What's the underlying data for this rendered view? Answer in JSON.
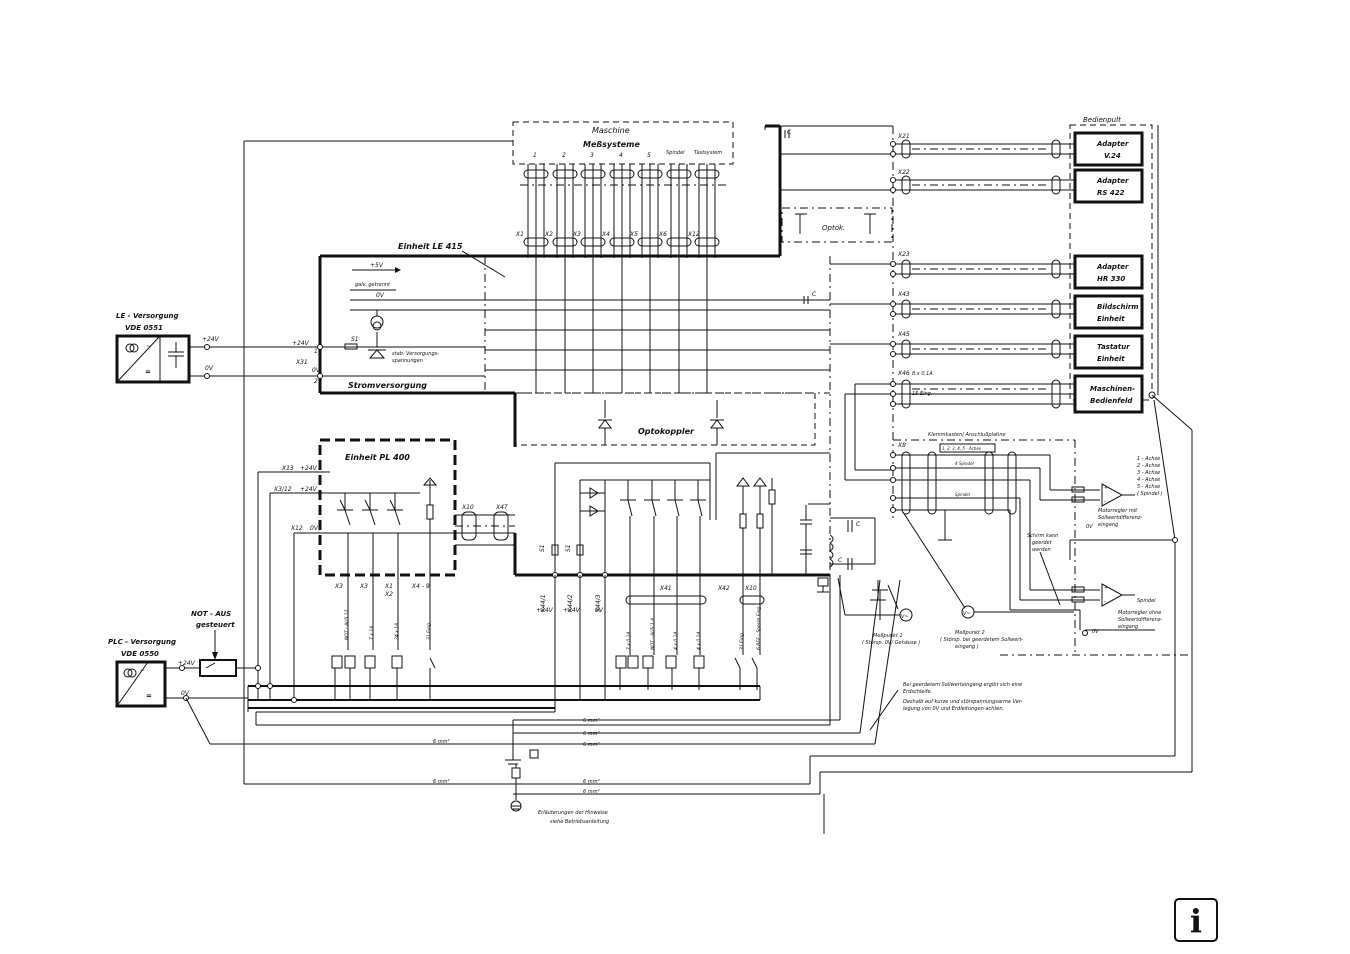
{
  "machine": {
    "title": "Maschine",
    "subtitle": "Meßsysteme",
    "spindle": "Spindel",
    "probe": "Tastsystem",
    "axis_nums": [
      "1",
      "2",
      "3",
      "4",
      "5"
    ]
  },
  "le415": {
    "title": "Einheit LE 415",
    "plus5v": "+5V",
    "galv": "galv. getrennt",
    "zero_v": "0V",
    "s1": "S1",
    "stab": "stab. Versorgungs-",
    "stab2": "spannungen",
    "power": "Stromversorgung",
    "x31": "X31",
    "p24": "+24V",
    "p0": "0V",
    "pin1": "1",
    "pin2": "2",
    "c": "C"
  },
  "enc_conns": [
    "X1",
    "X2",
    "X3",
    "X4",
    "X5",
    "X6",
    "X12"
  ],
  "le_supply": {
    "title": "LE - Versorgung",
    "vde": "VDE 0551",
    "p24": "+24V",
    "p0": "0V"
  },
  "plc_supply": {
    "title": "PLC - Versorgung",
    "vde": "VDE 0550",
    "p24": "+24V",
    "p0": "0V"
  },
  "not_aus": {
    "line1": "NOT - AUS",
    "line2": "gesteuert"
  },
  "pl400": {
    "title": "Einheit PL 400",
    "x13": "X13",
    "x3x12": "X3/12",
    "x12": "X12",
    "p24a": "+24V",
    "p24b": "+24V",
    "p0": "0V",
    "x10": "X10",
    "x47": "X47"
  },
  "pl_bottom": {
    "x3a": "X3",
    "x3b": "X3",
    "x1": "X1",
    "x2": "X2",
    "x4": "X4 - 9",
    "io": [
      "NOT - AUS 12",
      "7 x 1A",
      "24 x 1A",
      "31 Eing."
    ]
  },
  "opto": {
    "label": "Optokoppler",
    "label2": "Optok."
  },
  "x44": {
    "a": "X44/1",
    "b": "X44/2",
    "c": "X44/3",
    "s1": "S1",
    "s2": "S1",
    "p24a": "+24V",
    "p24b": "+24V",
    "p0": "0V",
    "x41": "X41",
    "x42": "X42",
    "x10": "X10",
    "io": [
      "7 x 0,1A",
      "NOT - AUS 1 A",
      "4 x 0,1A",
      "4 x 0,1A",
      "31 Eing.",
      "6 REF - Sperre Eing."
    ]
  },
  "right_conns": {
    "x21": "X21",
    "x22": "X22",
    "x23": "X23",
    "x43": "X43",
    "x45": "X45",
    "x46": "X46",
    "x8": "X8",
    "x46_note1": "8 x 0,1A",
    "x46_note2": "15 Eing."
  },
  "panel": {
    "title": "Bedienpult",
    "boxes": [
      {
        "l1": "Adapter",
        "l2": "V.24"
      },
      {
        "l1": "Adapter",
        "l2": "RS 422"
      },
      {
        "l1": "Adapter",
        "l2": "HR 330"
      },
      {
        "l1": "Bildschirm",
        "l2": "Einheit"
      },
      {
        "l1": "Tastatur",
        "l2": "Einheit"
      },
      {
        "l1": "Maschinen-",
        "l2": "Bedienfeld"
      }
    ]
  },
  "terminal": {
    "title": "Klemmkasten/ Anschlußplatine",
    "sub1": "1, 2, 3, 4, 5 - Achse",
    "sub2": "4 Spindel",
    "sub3": "Spindel"
  },
  "axes_legend": {
    "l1": "1 - Achse",
    "l2": "2 - Achse",
    "l3": "3 - Achse",
    "l4": "4 - Achse",
    "l5": "5 - Achse",
    "l6": "( Spindel )"
  },
  "motor1": {
    "l1": "Motorregler  mit",
    "l2": "Sollwertdifferenz-",
    "l3": "eingang",
    "zero": "0V"
  },
  "motor2": {
    "l1": "Motorregler  ohne",
    "l2": "Sollwertdifferenz-",
    "l3": "eingang",
    "zero": "0V",
    "spindel": "Spindel"
  },
  "shield": {
    "l1": "Schirm  kann",
    "l2": "geerdet",
    "l3": "werden"
  },
  "mp1": {
    "l1": "Meßpunkt  1",
    "l2": "( Störsp. 0V/ Gehäuse )"
  },
  "mp2": {
    "l1": "Meßpunkt  2",
    "l2": "( Störsp.  bei  geerdetem  Sollwert-",
    "l3": "eingang )"
  },
  "vmeter": "V~",
  "note": {
    "l1": "Bei geerdetem Sollwerteingang ergibt sich eine",
    "l2": "Erdschleife.",
    "l3": "Deshalb auf kurze und störspannungsarme Ver-",
    "l4": "legung von 0V und Erdleitungen achten."
  },
  "wires": {
    "w1": "6 mm²",
    "w2": "6 mm²",
    "w3": "6 mm²",
    "w4": "6 mm²",
    "w5": "6 mm²",
    "w6": "6 mm²",
    "w7": "6 mm²"
  },
  "ground_note": {
    "l1": "Erläuterungen der Hinweise",
    "l2": "siehe Betriebsanleitung"
  },
  "info_badge": "i"
}
